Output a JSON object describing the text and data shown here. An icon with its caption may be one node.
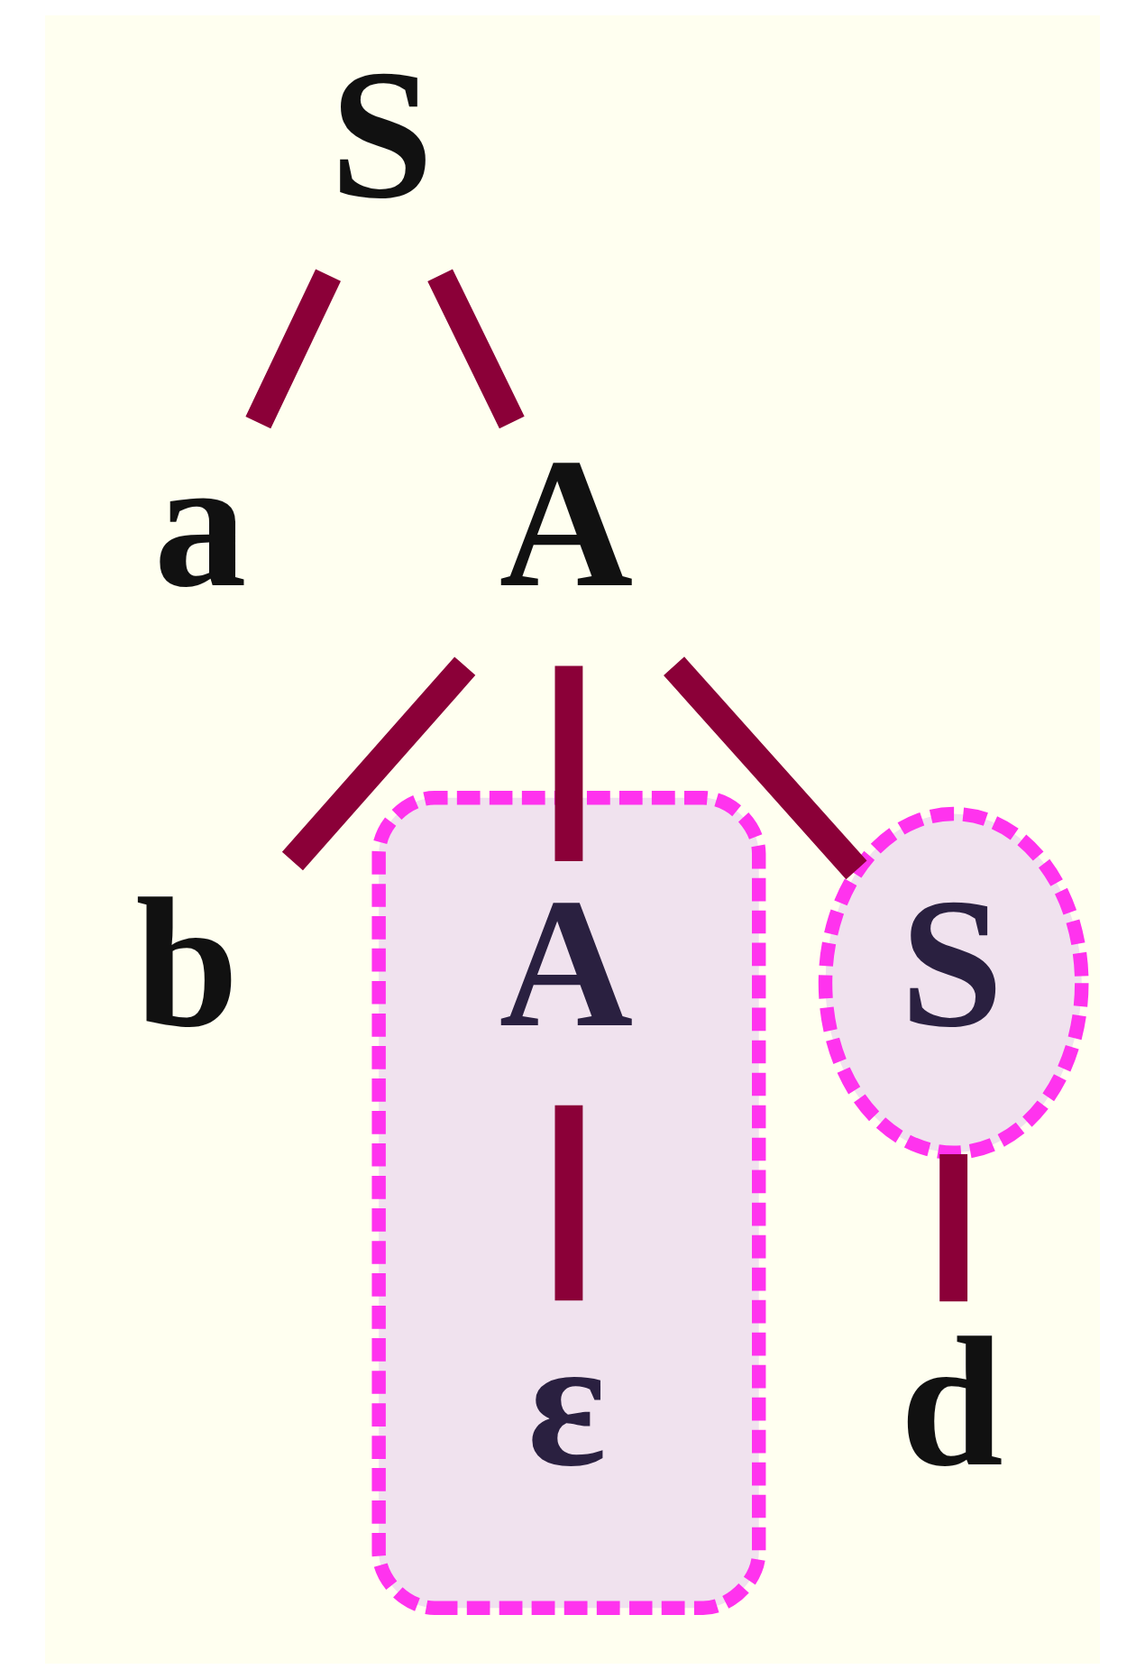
{
  "diagram": {
    "nodes": [
      {
        "text": [
          "S"
        ]
      },
      {
        "text": [
          "a"
        ]
      },
      {
        "text": [
          "A"
        ]
      },
      {
        "text": [
          "b"
        ]
      },
      {
        "text": [],
        "shape": "ellipse"
      },
      {
        "text": [
          "A"
        ],
        "in": 4
      },
      {
        "text": [
          "S"
        ]
      },
      {
        "text": [
          "ε"
        ],
        "in": 4
      },
      {
        "text": [
          "d"
        ]
      }
    ],
    "edges": [
      {
        "from": 0,
        "to": 1,
        "arrow": "none"
      },
      {
        "from": 0,
        "to": 2,
        "arrow": "none"
      },
      {
        "from": 2,
        "to": 3,
        "arrow": "none"
      },
      {
        "from": 2,
        "to": 5,
        "arrow": "none"
      },
      {
        "from": 2,
        "to": 6,
        "arrow": "none"
      },
      {
        "from": 5,
        "to": 7,
        "arrow": "none"
      },
      {
        "from": 6,
        "to": 8,
        "arrow": "none"
      }
    ]
  }
}
